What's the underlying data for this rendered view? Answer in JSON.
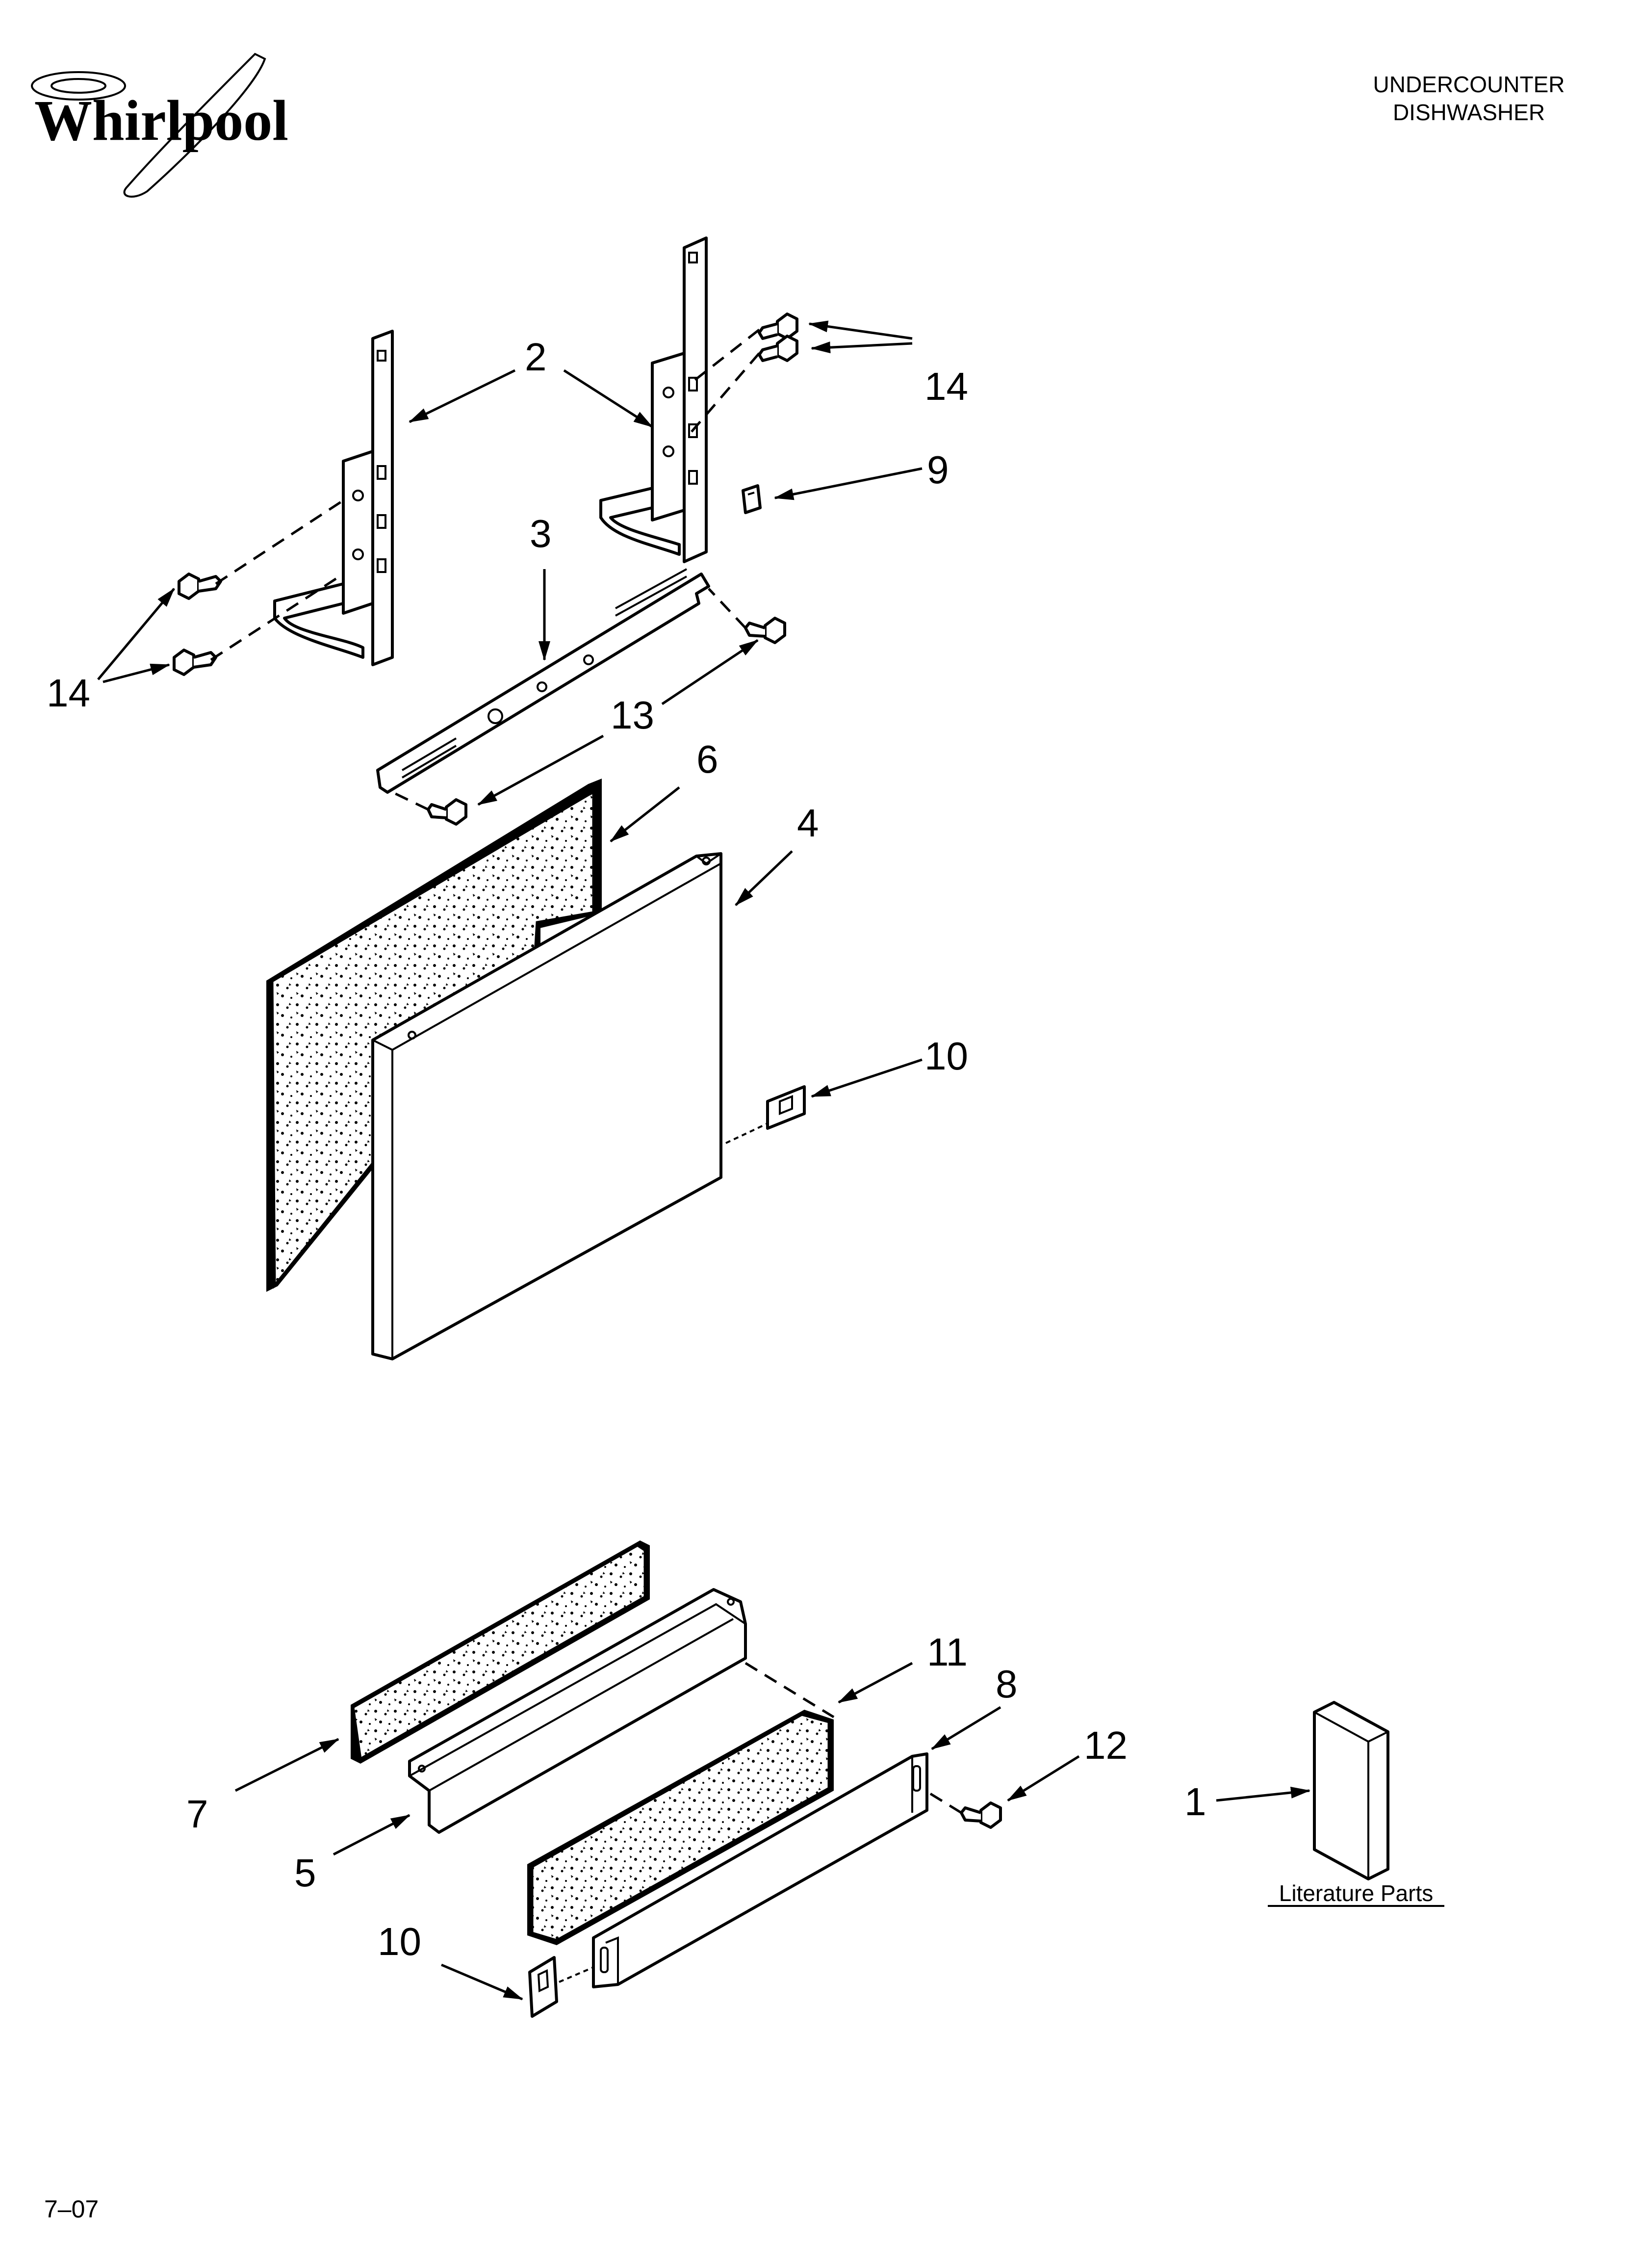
{
  "header": {
    "brand": "Whirlpool",
    "title_line1": "UNDERCOUNTER",
    "title_line2": "DISHWASHER"
  },
  "callouts": {
    "c1": "1",
    "c2": "2",
    "c3": "3",
    "c4": "4",
    "c5": "5",
    "c6": "6",
    "c7": "7",
    "c8": "8",
    "c9": "9",
    "c10a": "10",
    "c10b": "10",
    "c11": "11",
    "c12": "12",
    "c13": "13",
    "c14a": "14",
    "c14b": "14"
  },
  "literature_label": "Literature Parts",
  "footer": {
    "date_code": "7–07"
  },
  "colors": {
    "ink": "#000000",
    "paper": "#ffffff",
    "foam": "#d9d9d9"
  }
}
